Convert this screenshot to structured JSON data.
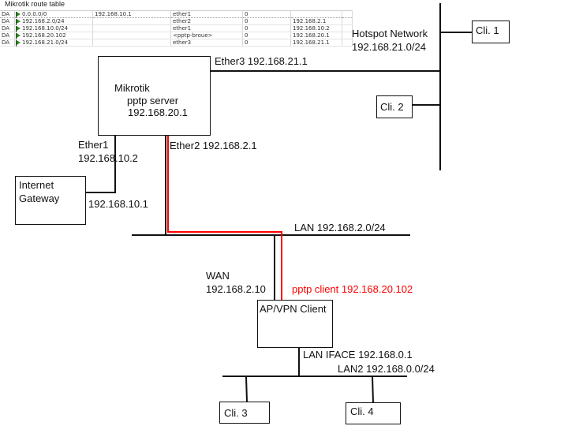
{
  "route_table": {
    "title": "Mikrotik route table",
    "rows": [
      {
        "flags": "DA",
        "dst": "0.0.0.0/0",
        "gateway": "192.168.10.1",
        "interface": "ether1",
        "distance": "0",
        "pref_src": ""
      },
      {
        "flags": "DA",
        "dst": "192.168.2.0/24",
        "gateway": "",
        "interface": "ether2",
        "distance": "0",
        "pref_src": "192.168.2.1"
      },
      {
        "flags": "DA",
        "dst": "192.168.10.0/24",
        "gateway": "",
        "interface": "ether1",
        "distance": "0",
        "pref_src": "192.168.10.2"
      },
      {
        "flags": "DA",
        "dst": "192.168.20.102",
        "gateway": "",
        "interface": "<pptp-broue>",
        "distance": "0",
        "pref_src": "192.168.20.1"
      },
      {
        "flags": "DA",
        "dst": "192.168.21.0/24",
        "gateway": "",
        "interface": "ether3",
        "distance": "0",
        "pref_src": "192.168.21.1"
      }
    ]
  },
  "nodes": {
    "mikrotik": {
      "name": "Mikrotik",
      "role": "pptp server",
      "ip": "192.168.20.1"
    },
    "gateway": {
      "line1": "Internet",
      "line2": "Gateway"
    },
    "ap": {
      "name": "AP/VPN Client"
    },
    "cli1": "Cli. 1",
    "cli2": "Cli. 2",
    "cli3": "Cli. 3",
    "cli4": "Cli. 4"
  },
  "labels": {
    "ether3": "Ether3 192.168.21.1",
    "hotspot_name": "Hotspot Network",
    "hotspot_subnet": "192.168.21.0/24",
    "ether1_name": "Ether1",
    "ether1_ip": "192.168.10.2",
    "ether2": "Ether2  192.168.2.1",
    "gateway_ip": "192.168.10.1",
    "lan": "LAN 192.168.2.0/24",
    "wan_name": "WAN",
    "wan_ip": "192.168.2.10",
    "pptp_client": "pptp client 192.168.20.102",
    "lan_iface": "LAN IFACE 192.168.0.1",
    "lan2": "LAN2 192.168.0.0/24"
  },
  "colors": {
    "tunnel": "#ff0000",
    "line": "#111111"
  }
}
